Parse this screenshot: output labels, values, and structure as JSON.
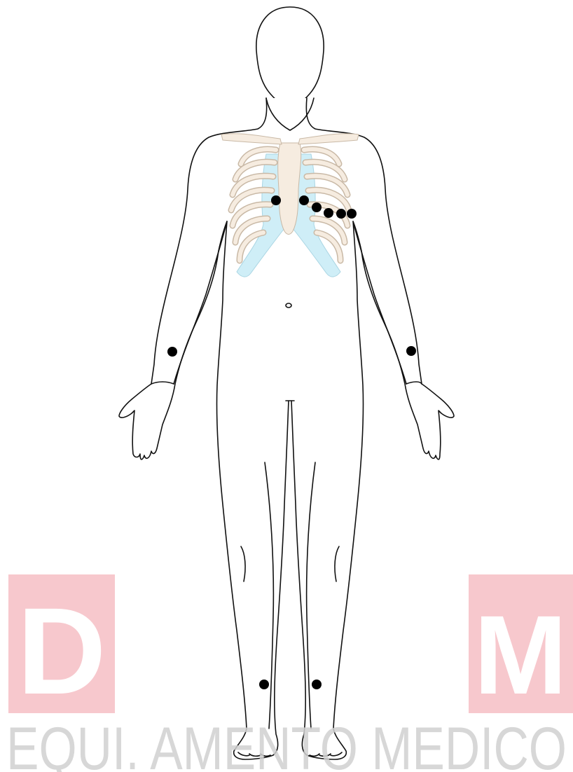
{
  "diagram": {
    "subject": "human-body-front",
    "colors": {
      "outline": "#111111",
      "bone": "#f6ece0",
      "bone_stroke": "#c9b9a6",
      "cartilage": "#cfeef7",
      "electrode": "#000000"
    },
    "electrodes": {
      "limb": [
        "right-arm",
        "left-arm",
        "right-leg",
        "left-leg"
      ],
      "precordial": [
        "V1",
        "V2",
        "V3",
        "V4",
        "V5",
        "V6"
      ]
    }
  },
  "watermark": {
    "letters": [
      "D",
      "M"
    ],
    "tagline": "EQUI. AMENTO MEDICO",
    "box_color": "#f7c8cd",
    "letter_color": "#ffffff",
    "tagline_color": "#d0d0d0"
  }
}
